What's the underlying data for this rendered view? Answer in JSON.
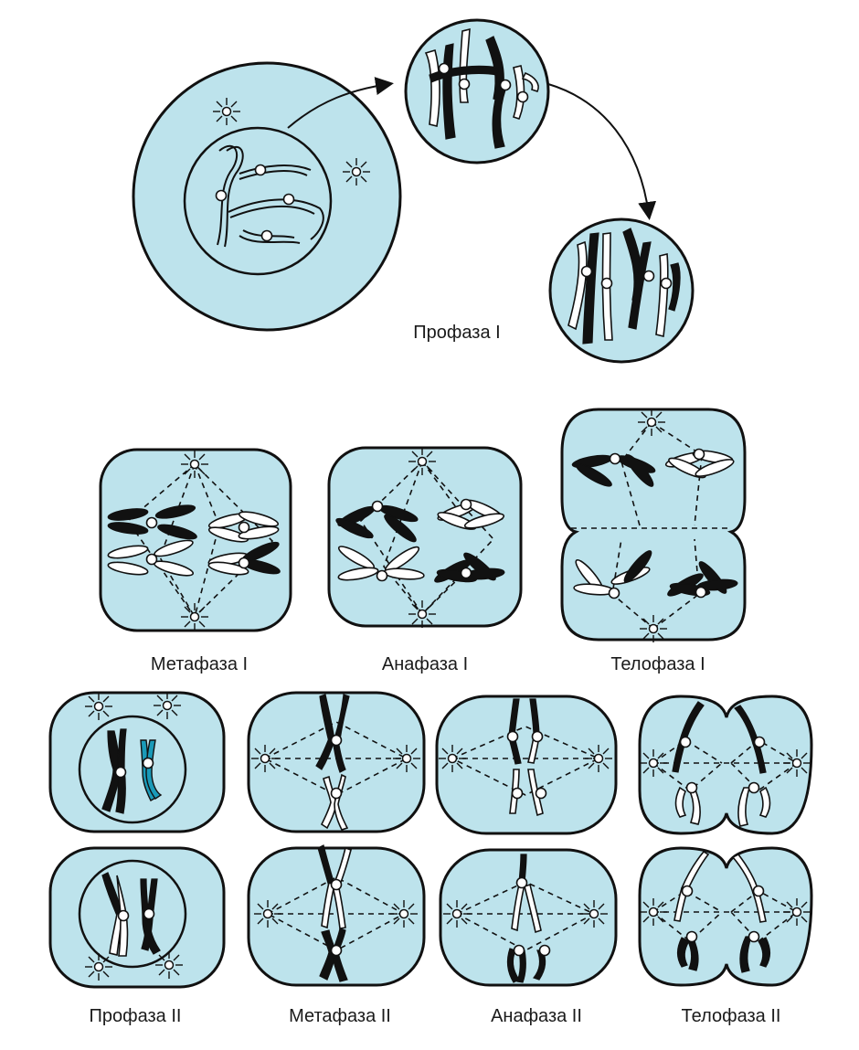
{
  "labels": {
    "prophase1": "Профаза I",
    "metaphase1": "Метафаза I",
    "anaphase1": "Анафаза I",
    "telophase1": "Телофаза I",
    "prophase2": "Профаза II",
    "metaphase2": "Метафаза II",
    "anaphase2": "Анафаза II",
    "telophase2": "Телофаза II"
  },
  "colors": {
    "cytoplasm": "#bde3ec",
    "outline": "#111111",
    "maternal_chromosome": "#111111",
    "paternal_chromosome": "#ffffff",
    "highlight_chromosome": "#1a9ab8"
  }
}
